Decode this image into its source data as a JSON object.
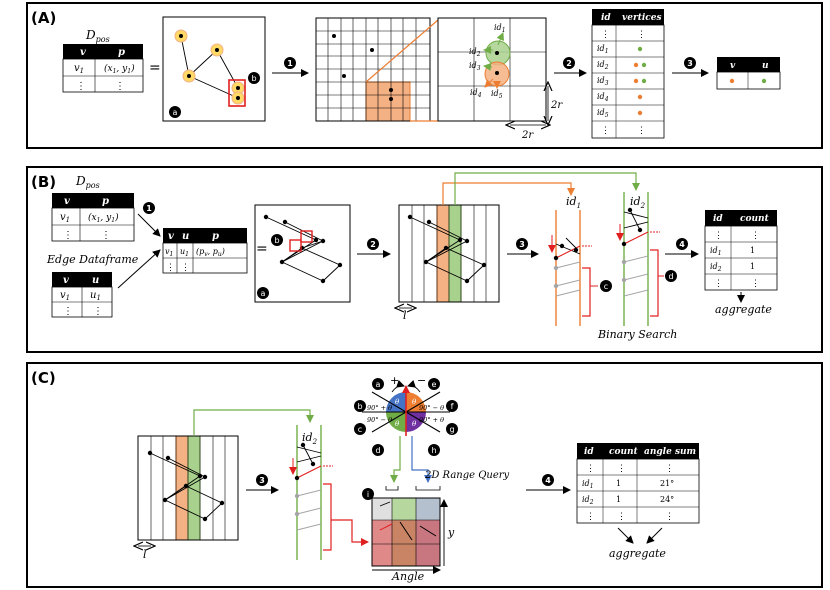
{
  "panels": {
    "A": {
      "label": "(A)",
      "dpos_title": "D",
      "dpos_sub": "pos",
      "dpos_headers": [
        "v",
        "p"
      ],
      "dpos_row": [
        "v",
        "(x",
        ", y",
        ")"
      ],
      "dots": "⋮",
      "eq": "=",
      "badge_a": "a",
      "badge_b": "b",
      "step1": "1",
      "step2": "2",
      "step3": "3",
      "id_labels": [
        "id",
        "id",
        "id",
        "id",
        "id"
      ],
      "id_subs": [
        "1",
        "2",
        "3",
        "4",
        "5"
      ],
      "r2_vert": "2r",
      "r2_horz": "2r",
      "vt_headers": [
        "id",
        "vertices"
      ],
      "vt_ids": [
        "id",
        "id",
        "id",
        "id",
        "id"
      ],
      "vu_headers": [
        "v",
        "u"
      ]
    },
    "B": {
      "label": "(B)",
      "dpos_title": "D",
      "dpos_sub": "pos",
      "dpos_headers": [
        "v",
        "p"
      ],
      "dpos_row": [
        "v",
        "(x",
        ", y",
        ")"
      ],
      "edge_title": "Edge Dataframe",
      "edge_headers": [
        "v",
        "u"
      ],
      "edge_row": [
        "v",
        "u"
      ],
      "join_headers": [
        "v",
        "u",
        "p"
      ],
      "join_row": [
        "v",
        "u",
        "(p",
        ", p",
        ")"
      ],
      "eq": "=",
      "step1": "1",
      "step2": "2",
      "step3": "3",
      "step4": "4",
      "badge_a": "a",
      "badge_b": "b",
      "badge_c": "c",
      "badge_d": "d",
      "l_label": "l",
      "id1": "id",
      "id2": "id",
      "binary_search": "Binary Search",
      "ct_headers": [
        "id",
        "count"
      ],
      "ct_rows": [
        [
          "id",
          "1"
        ],
        [
          "id",
          "1"
        ]
      ],
      "aggregate": "aggregate"
    },
    "C": {
      "label": "(C)",
      "l_label": "l",
      "id2": "id",
      "step3": "3",
      "step4": "4",
      "range_query": "2D Range Query",
      "angle": "Angle",
      "y_label": "y",
      "plus": "+",
      "minus": "−",
      "theta": "θ",
      "angle_90p": "90° + θ",
      "angle_90m": "90° − θ",
      "badges": [
        "a",
        "b",
        "c",
        "d",
        "e",
        "f",
        "g",
        "h",
        "i"
      ],
      "at_headers": [
        "id",
        "count",
        "angle sum"
      ],
      "at_rows": [
        [
          "id",
          "1",
          "21°"
        ],
        [
          "id",
          "1",
          "24°"
        ]
      ],
      "aggregate": "aggregate"
    }
  },
  "colors": {
    "orange": "#ED7D31",
    "green": "#70AD47",
    "red": "#E02020",
    "yellow": "#FFD966",
    "blue": "#4472C4",
    "purple": "#7030A0",
    "gray": "#A5A5A5"
  }
}
